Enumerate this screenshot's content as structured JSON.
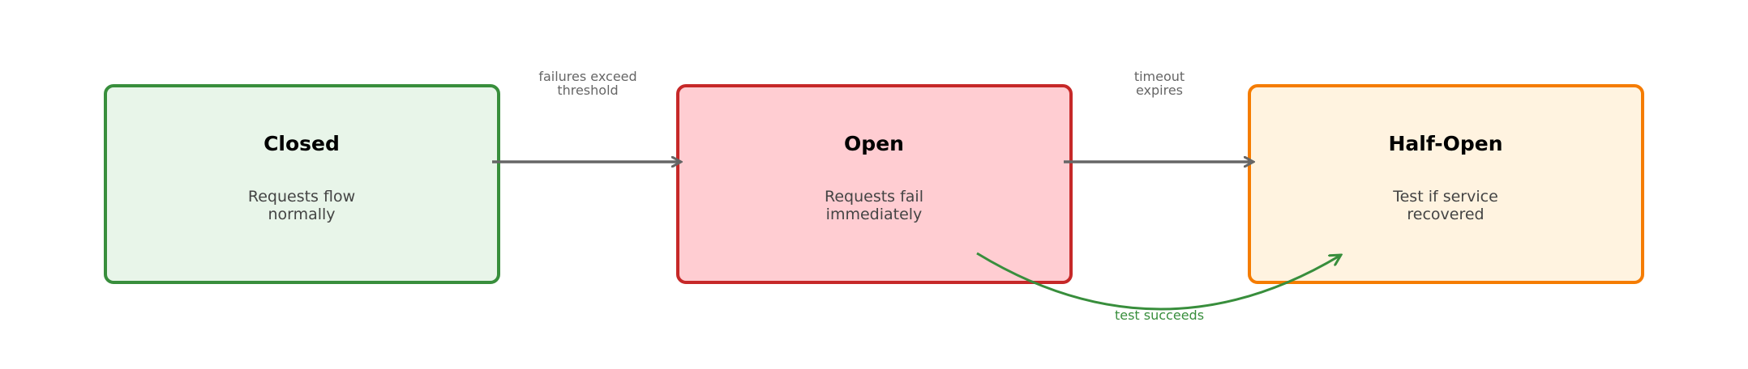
{
  "diagram": {
    "states": [
      {
        "id": "closed",
        "title": "Closed",
        "desc": [
          "Requests flow",
          "normally"
        ],
        "stroke": "#388e3c",
        "fill": "#e8f5e9"
      },
      {
        "id": "open",
        "title": "Open",
        "desc": [
          "Requests fail",
          "immediately"
        ],
        "stroke": "#c62828",
        "fill": "#ffcdd2"
      },
      {
        "id": "half-open",
        "title": "Half-Open",
        "desc": [
          "Test if service",
          "recovered"
        ],
        "stroke": "#f57c00",
        "fill": "#fff3e0"
      }
    ],
    "transitions": [
      {
        "from": "closed",
        "to": "open",
        "label": [
          "failures exceed",
          "threshold"
        ],
        "color": "#666666"
      },
      {
        "from": "open",
        "to": "half-open",
        "label": [
          "timeout",
          "expires"
        ],
        "color": "#666666"
      },
      {
        "from": "open",
        "to": "half-open",
        "label": [
          "test succeeds"
        ],
        "color": "#388e3c"
      }
    ]
  }
}
